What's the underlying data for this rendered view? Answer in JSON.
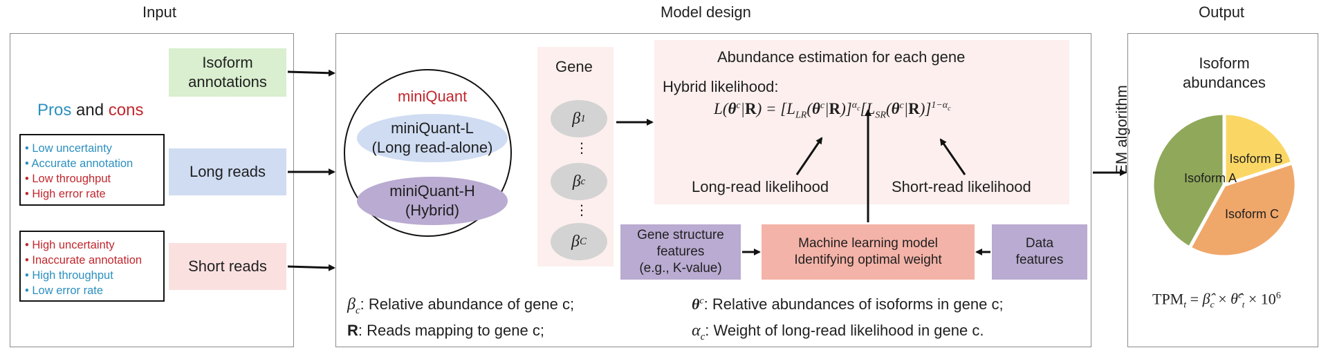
{
  "headings": {
    "input": "Input",
    "model": "Model design",
    "output": "Output"
  },
  "input": {
    "pros_word": "Pros",
    "and_word": "and",
    "cons_word": "cons",
    "annotation_box": [
      "Isoform",
      "annotations"
    ],
    "long_reads_box": "Long reads",
    "short_reads_box": "Short reads",
    "long_list": [
      {
        "text": "• Low uncertainty",
        "kind": "pro"
      },
      {
        "text": "• Accurate annotation",
        "kind": "pro"
      },
      {
        "text": "• Low throughput",
        "kind": "con"
      },
      {
        "text": "• High error rate",
        "kind": "con"
      }
    ],
    "short_list": [
      {
        "text": "• High uncertainty",
        "kind": "con"
      },
      {
        "text": "• Inaccurate annotation",
        "kind": "con"
      },
      {
        "text": "• High throughput",
        "kind": "pro"
      },
      {
        "text": "• Low error rate",
        "kind": "pro"
      }
    ]
  },
  "model": {
    "miniquant_title": "miniQuant",
    "mqL": [
      "miniQuant-L",
      "(Long read-alone)"
    ],
    "mqH": [
      "miniQuant-H",
      "(Hybrid)"
    ],
    "gene_title": "Gene",
    "betas": [
      {
        "sym": "β",
        "sub": "1"
      },
      {
        "sym": "β",
        "sub": "c"
      },
      {
        "sym": "β",
        "sub": "C"
      }
    ],
    "dots": "⋮",
    "abundance_title": "Abundance estimation for each gene",
    "hybrid_label": "Hybrid likelihood:",
    "long_read_likelihood": "Long-read likelihood",
    "short_read_likelihood": "Short-read likelihood",
    "gene_structure": [
      "Gene structure",
      "features",
      "(e.g., K-value)"
    ],
    "ml_model": [
      "Machine learning model",
      "Identifying optimal weight"
    ],
    "data_features": [
      "Data",
      "features"
    ],
    "legend": {
      "beta_desc": ": Relative abundance of gene c;",
      "r_desc": ": Reads mapping to gene c;",
      "theta_desc": ": Relative abundances of isoforms in gene c;",
      "alpha_desc": ": Weight of long-read likelihood in gene c."
    }
  },
  "em_label": "EM algorithm",
  "output": {
    "title": [
      "Isoform",
      "abundances"
    ],
    "tpm_label": "TPM"
  },
  "chart_data": {
    "type": "pie",
    "title": "Isoform abundances",
    "slices": [
      {
        "label": "Isoform A",
        "value": 42,
        "color": "#8fa85a"
      },
      {
        "label": "Isoform B",
        "value": 20,
        "color": "#fad765"
      },
      {
        "label": "Isoform C",
        "value": 38,
        "color": "#f0a76a"
      }
    ]
  },
  "colors": {
    "pro": "#2c8fbf",
    "con": "#c1272d",
    "green_box": "#d9efcf",
    "blue_box": "#cfdcf2",
    "pink_box": "#fbe0e0",
    "purple": "#b9abd1",
    "salmon": "#f4b3a8",
    "pie_bg_pink": "#fdf3f3"
  }
}
